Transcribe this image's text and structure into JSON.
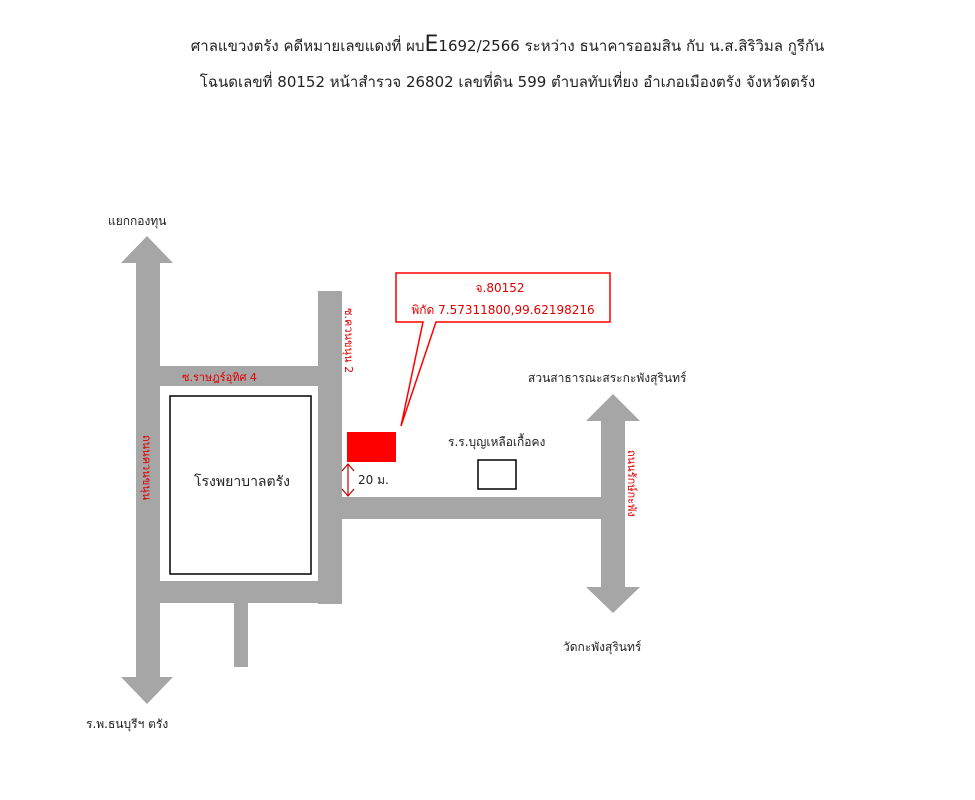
{
  "header": {
    "line1_part1": "ศาลแขวงตรัง คดีหมายเลขแดงที่ ผบ",
    "line1_case_prefix": "E",
    "line1_part2": "1692/2566 ระหว่าง ธนาคารออมสิน กับ น.ส.สิริวิมล กูรีกัน",
    "line2": "โฉนดเลขที่ 80152 หน้าสำรวจ 26802 เลขที่ดิน 599 ตำบลทับเที่ยง อำเภอเมืองตรัง จังหวัดตรัง"
  },
  "map": {
    "destinations": {
      "north": "แยกกองทุน",
      "south": "ร.พ.ธนบุรีฯ ตรัง",
      "east_north": "สวนสาธารณะสระกะพังสุรินทร์",
      "east_south": "วัดกะพังสุรินทร์"
    },
    "roads": {
      "main_left": "ถนนควนขนุน",
      "soi_top": "ซ.ราษฎร์อุทิศ 4",
      "soi_vertical": "ซ.ควนขนุน 2",
      "right_road": "ถนนรักษ์กะพัง"
    },
    "landmarks": {
      "hospital": "โรงพยาบาลตรัง",
      "school": "ร.ร.บุญเหลือเกื้อคง"
    },
    "distance": "20 ม.",
    "callout": {
      "deed_no": "จ.80152",
      "coordinates": "พิกัด 7.57311800,99.62198216"
    },
    "colors": {
      "road": "#a6a6a6",
      "plot": "#ff0000",
      "label_red": "#e00000",
      "outline": "#000000"
    }
  }
}
